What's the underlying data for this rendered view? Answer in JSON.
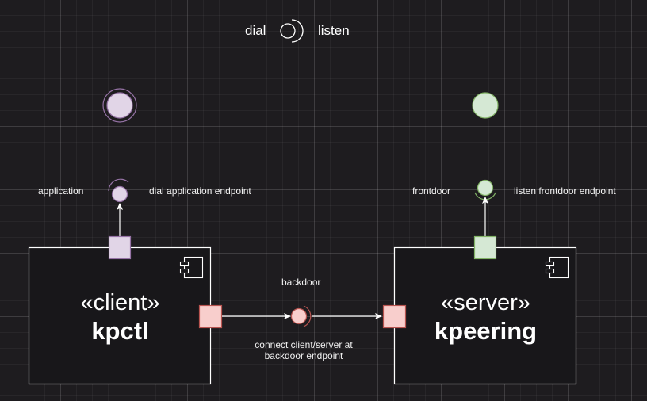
{
  "legend": {
    "dial_label": "dial",
    "listen_label": "listen"
  },
  "client": {
    "stereotype": "«client»",
    "name": "kpctl",
    "port_left_label": "application",
    "port_right_label": "dial application endpoint"
  },
  "server": {
    "stereotype": "«server»",
    "name": "kpeering",
    "port_left_label": "frontdoor",
    "port_right_label": "listen frontdoor endpoint"
  },
  "backdoor": {
    "label": "backdoor",
    "caption_line1": "connect client/server at",
    "caption_line2": "backdoor endpoint"
  },
  "colors": {
    "client_fill": "#e1d5e7",
    "client_stroke": "#9673a6",
    "server_fill": "#d5e8d4",
    "server_stroke": "#82b366",
    "backdoor_fill": "#f8cecc",
    "backdoor_stroke": "#b85450",
    "line": "#ffffff"
  },
  "icons": [
    "component-icon",
    "component-icon"
  ]
}
